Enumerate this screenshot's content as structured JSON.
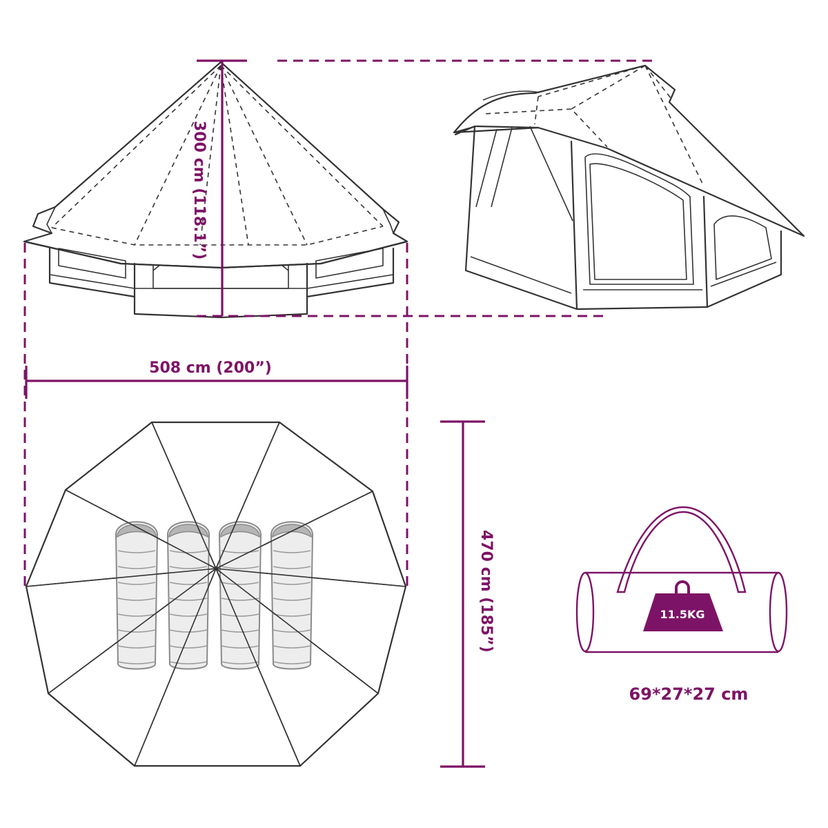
{
  "dimensions": {
    "height": "300 cm (118.1”)",
    "width": "508 cm (200”)",
    "depth": "470 cm (185”)"
  },
  "package": {
    "weight": "11.5KG",
    "size": "69*27*27 cm"
  },
  "colors": {
    "accent": "#7d1366",
    "line": "#333333",
    "sleeping_bag": "#b5b5b5"
  },
  "sleeping_bag_count": 4
}
